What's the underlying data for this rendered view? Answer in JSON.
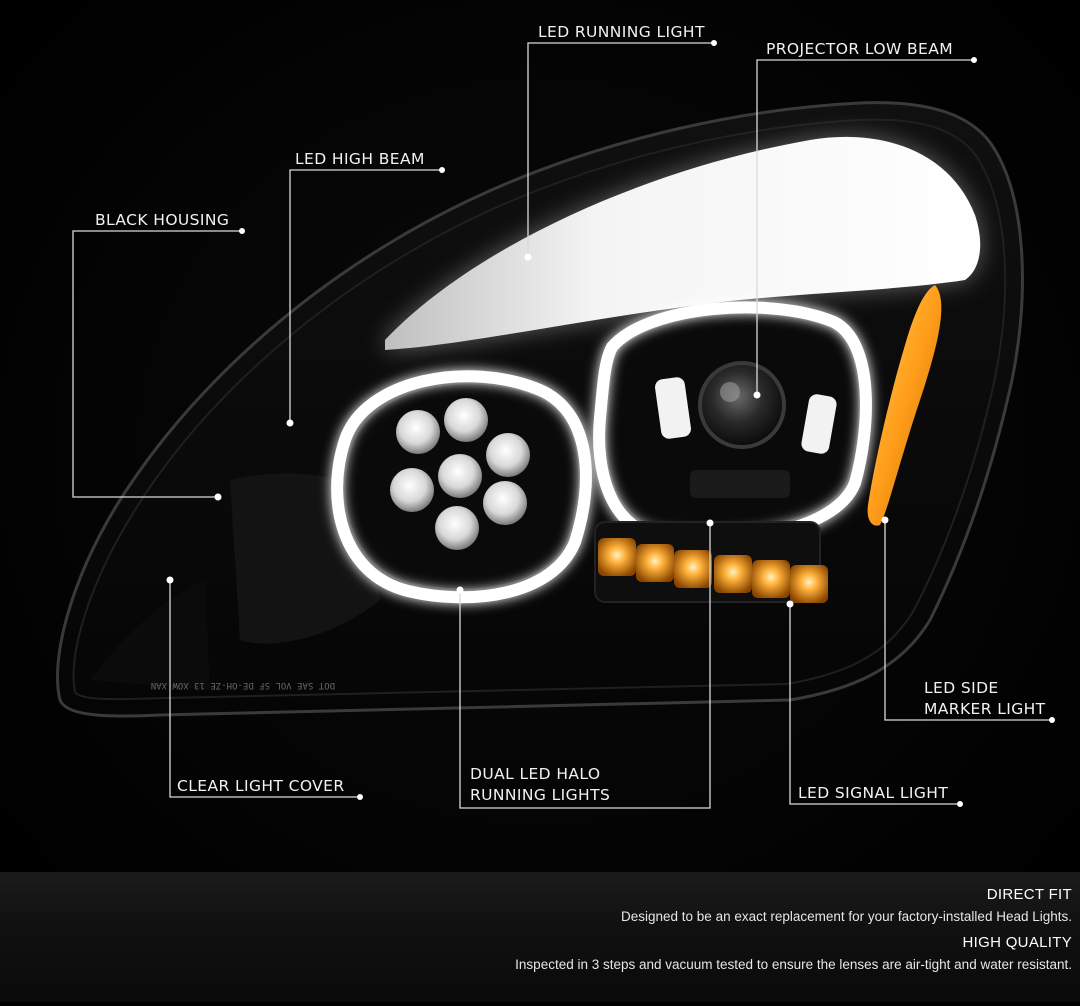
{
  "callouts": {
    "led_running_light": "LED RUNNING LIGHT",
    "projector_low_beam": "PROJECTOR LOW BEAM",
    "led_high_beam": "LED HIGH BEAM",
    "black_housing": "BLACK HOUSING",
    "led_side_marker_line1": "LED SIDE",
    "led_side_marker_line2": "MARKER LIGHT",
    "clear_light_cover": "CLEAR LIGHT COVER",
    "dual_halo_line1": "DUAL LED HALO",
    "dual_halo_line2": "RUNNING LIGHTS",
    "led_signal_light": "LED SIGNAL LIGHT"
  },
  "features": [
    {
      "title": "DIRECT FIT",
      "description": "Designed to be an exact replacement for your factory-installed Head Lights."
    },
    {
      "title": "HIGH QUALITY",
      "description": "Inspected in 3 steps and vacuum tested to ensure the lenses are air-tight and water resistant."
    }
  ],
  "lens_etching": "DOT SAE VOL SF DE-OH-ZE 13 XOW XAN",
  "colors": {
    "background": "#000000",
    "label_text": "#f2f2f2",
    "leader_line": "#d9d9d9",
    "amber": "#ffa21f",
    "halo": "#ffffff"
  }
}
